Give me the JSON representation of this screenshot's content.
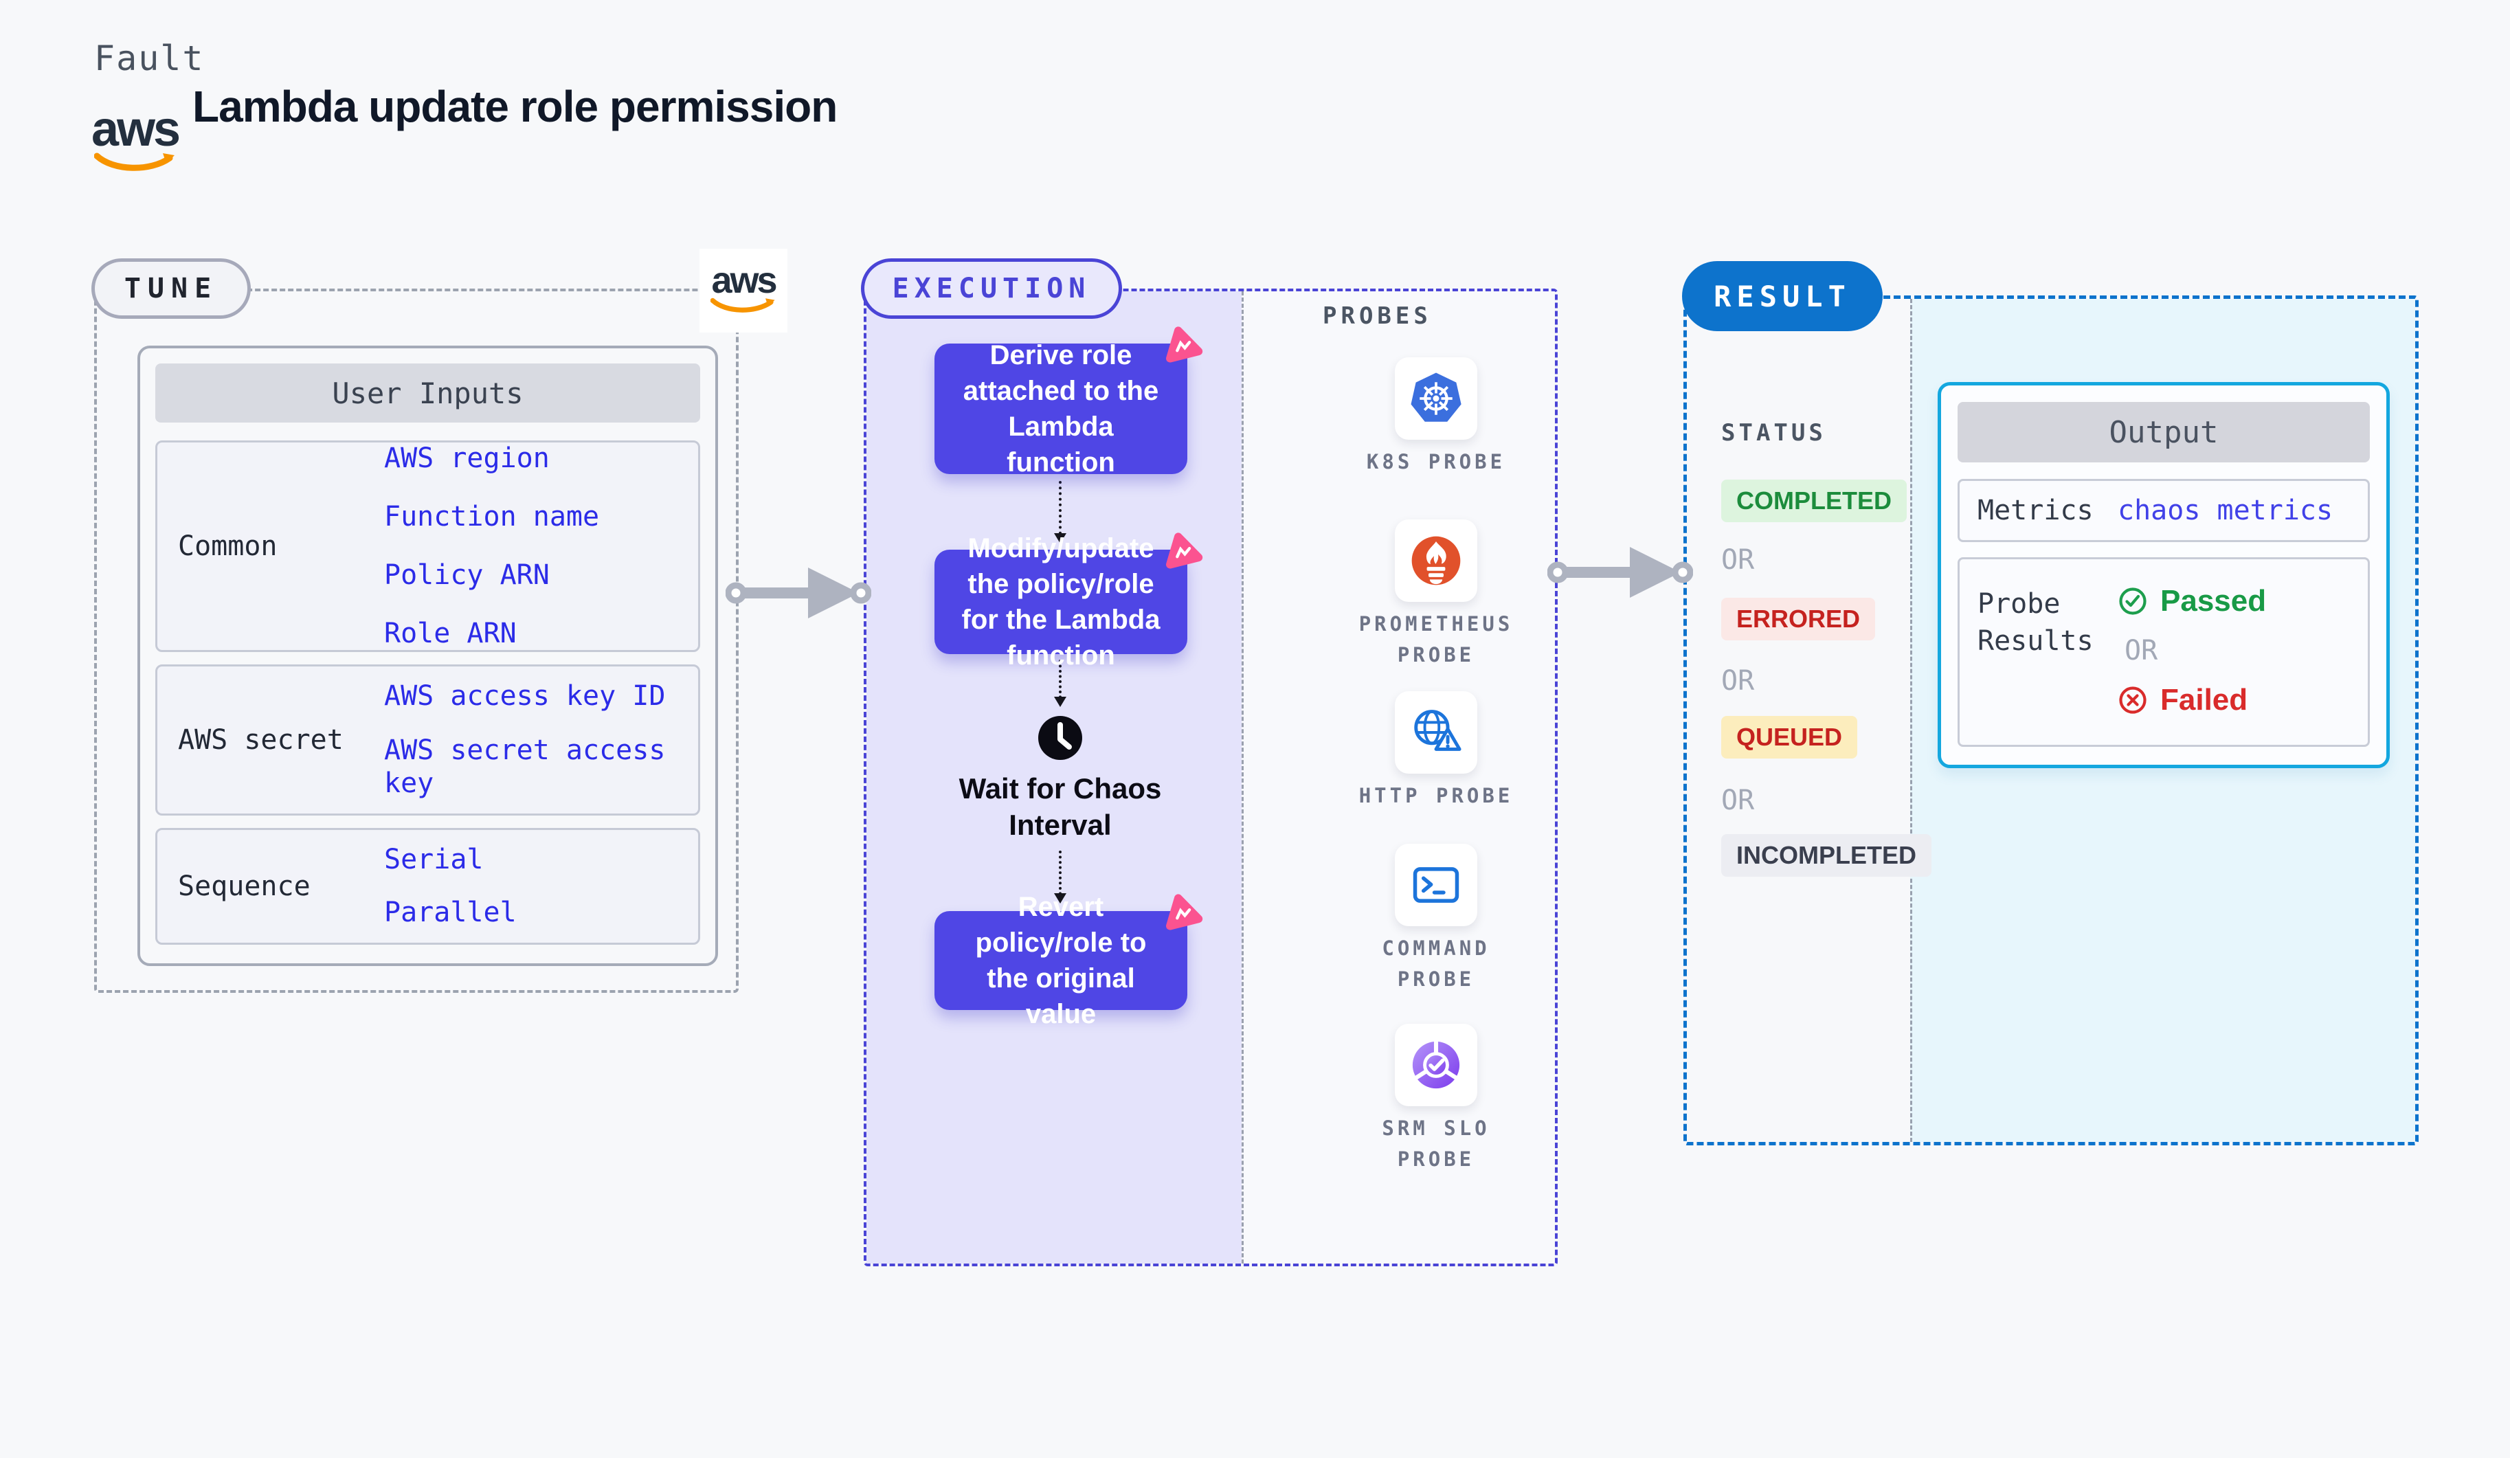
{
  "header": {
    "fault_label": "Fault",
    "title": "Lambda update role permission",
    "brand": "aws"
  },
  "tune": {
    "pill": "TUNE",
    "table_title": "User Inputs",
    "rows": [
      {
        "label": "Common",
        "values": [
          "AWS region",
          "Function name",
          "Policy ARN",
          "Role ARN"
        ]
      },
      {
        "label": "AWS secret",
        "values": [
          "AWS access key ID",
          "AWS secret access key"
        ]
      },
      {
        "label": "Sequence",
        "values": [
          "Serial",
          "Parallel"
        ]
      }
    ]
  },
  "execution": {
    "pill": "EXECUTION",
    "steps": [
      "Derive role attached to the Lambda function",
      "Modify/update the policy/role for the Lambda function",
      "Revert policy/role to the original value"
    ],
    "wait_label": "Wait for Chaos Interval",
    "probes_title": "PROBES",
    "probes": [
      {
        "label": "K8S PROBE",
        "icon": "kubernetes-icon"
      },
      {
        "label": "PROMETHEUS PROBE",
        "icon": "prometheus-icon"
      },
      {
        "label": "HTTP PROBE",
        "icon": "http-globe-icon"
      },
      {
        "label": "COMMAND PROBE",
        "icon": "terminal-icon"
      },
      {
        "label": "SRM SLO PROBE",
        "icon": "slo-pie-icon"
      }
    ]
  },
  "result": {
    "pill": "RESULT",
    "status_title": "STATUS",
    "or_label": "OR",
    "statuses": [
      {
        "label": "COMPLETED",
        "color": "#1C8C3C"
      },
      {
        "label": "ERRORED",
        "color": "#C5221F"
      },
      {
        "label": "QUEUED",
        "color": "#C5221F"
      },
      {
        "label": "INCOMPLETED",
        "color": "#3A3F4E"
      }
    ],
    "output": {
      "title": "Output",
      "metrics_label": "Metrics",
      "metrics_value": "chaos metrics",
      "probe_results_label": "Probe Results",
      "passed_label": "Passed",
      "failed_label": "Failed"
    }
  },
  "colors": {
    "page_bg": "#F7F8FA",
    "tune_border": "#9CA3AF",
    "execution_border": "#4A44D6",
    "execution_panel": "#E4E3FB",
    "step_box": "#4F46E5",
    "chaos_pink": "#FB5390",
    "result_blue": "#0D73CC",
    "output_border": "#14A7DF",
    "cyan_panel": "#E7F6FC",
    "link_blue": "#2B2BE8",
    "passed_green": "#189A46",
    "failed_red": "#D92B2B",
    "aws_orange": "#F79400",
    "aws_navy": "#232F3E"
  }
}
